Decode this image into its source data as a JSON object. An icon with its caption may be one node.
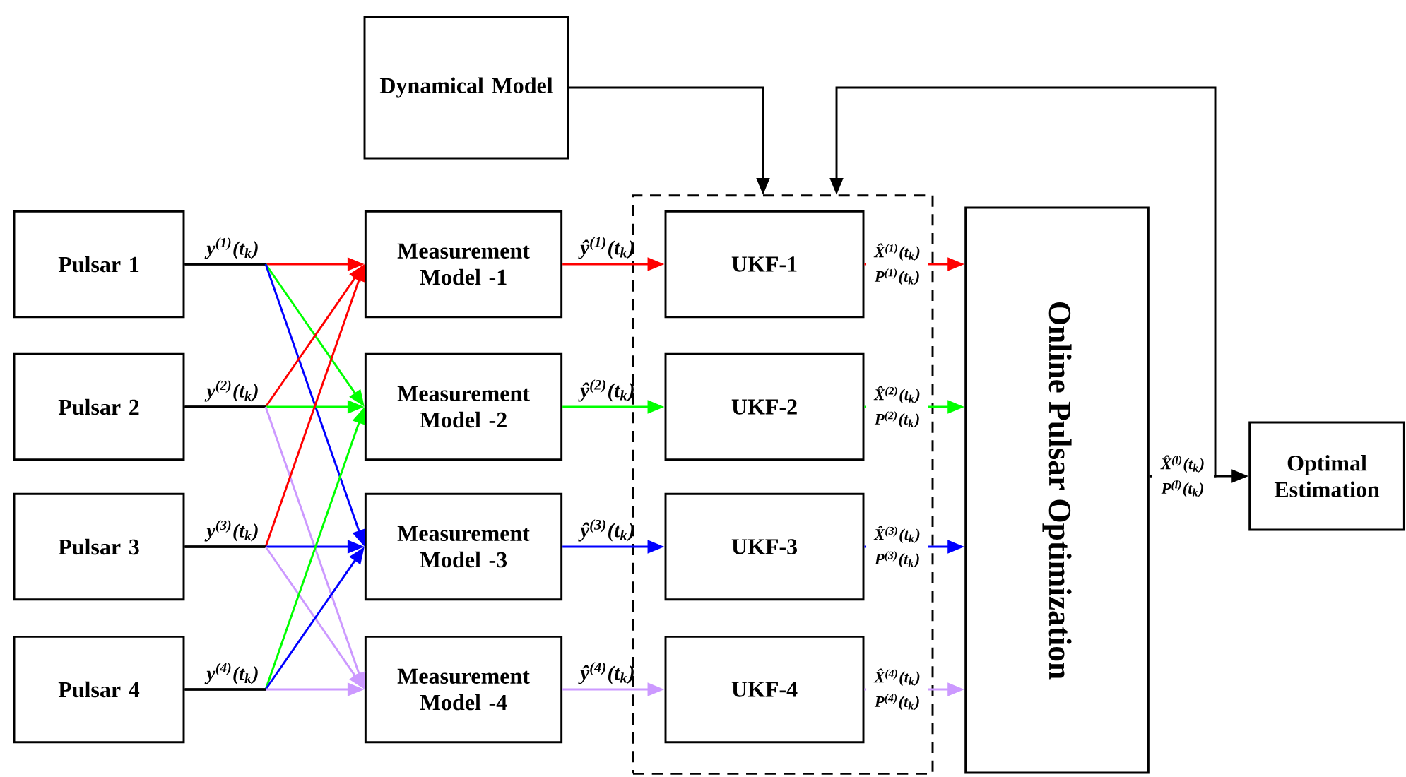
{
  "diagram": {
    "nodes": [
      {
        "text": [
          "Dynamical Model"
        ]
      },
      {
        "text": [
          "Pulsar 1"
        ]
      },
      {
        "text": [
          "Pulsar 2"
        ]
      },
      {
        "text": [
          "Pulsar 3"
        ]
      },
      {
        "text": [
          "Pulsar 4"
        ]
      },
      {
        "text": [
          "Measurement Model -1"
        ]
      },
      {
        "text": [
          "Measurement Model -2"
        ]
      },
      {
        "text": [
          "Measurement Model -3"
        ]
      },
      {
        "text": [
          "Measurement Model -4"
        ]
      },
      {
        "text": [],
        "shape": "box"
      },
      {
        "text": [
          "UKF-1"
        ],
        "in": 9
      },
      {
        "text": [
          "UKF-2"
        ],
        "in": 9
      },
      {
        "text": [
          "UKF-3"
        ],
        "in": 9
      },
      {
        "text": [
          "UKF-4"
        ],
        "in": 9
      },
      {
        "text": [
          "Online Pulsar Optimization"
        ]
      },
      {
        "text": [
          "Optimal Estimation"
        ]
      }
    ],
    "edges": [
      {
        "from": 0,
        "to": 9,
        "arrow": "to",
        "color": "#000000"
      },
      {
        "from": 14,
        "to": 9,
        "arrow": "to",
        "color": "#000000"
      },
      {
        "from": 1,
        "to": 5,
        "arrow": "to",
        "color": "#ff0000",
        "label": "y$^{(1)}$(t$_{k}$)"
      },
      {
        "from": 1,
        "to": 6,
        "arrow": "to",
        "color": "#00ff00"
      },
      {
        "from": 1,
        "to": 7,
        "arrow": "to",
        "color": "#0000ff"
      },
      {
        "from": 2,
        "to": 5,
        "arrow": "to",
        "color": "#ff0000",
        "label": "y$^{(2)}$(t$_{k}$)"
      },
      {
        "from": 2,
        "to": 6,
        "arrow": "to",
        "color": "#00ff00"
      },
      {
        "from": 2,
        "to": 8,
        "arrow": "to",
        "color": "#cc99ff"
      },
      {
        "from": 3,
        "to": 5,
        "arrow": "to",
        "color": "#ff0000",
        "label": "y$^{(3)}$(t$_{k}$)"
      },
      {
        "from": 3,
        "to": 7,
        "arrow": "to",
        "color": "#0000ff"
      },
      {
        "from": 3,
        "to": 8,
        "arrow": "to",
        "color": "#cc99ff"
      },
      {
        "from": 4,
        "to": 6,
        "arrow": "to",
        "color": "#00ff00",
        "label": "y$^{(4)}$(t$_{k}$)"
      },
      {
        "from": 4,
        "to": 7,
        "arrow": "to",
        "color": "#0000ff"
      },
      {
        "from": 4,
        "to": 8,
        "arrow": "to",
        "color": "#cc99ff"
      },
      {
        "from": 5,
        "to": 10,
        "arrow": "to",
        "color": "#ff0000",
        "label": "ŷ$^{(1)}$(t$_{k}$)"
      },
      {
        "from": 6,
        "to": 11,
        "arrow": "to",
        "color": "#00ff00",
        "label": "ŷ$^{(2)}$(t$_{k}$)"
      },
      {
        "from": 7,
        "to": 12,
        "arrow": "to",
        "color": "#0000ff",
        "label": "ŷ$^{(3)}$(t$_{k}$)"
      },
      {
        "from": 8,
        "to": 13,
        "arrow": "to",
        "color": "#cc99ff",
        "label": "ŷ$^{(4)}$(t$_{k}$)"
      },
      {
        "from": 10,
        "to": 14,
        "arrow": "to",
        "color": "#ff0000",
        "label": "X̂$^{(1)}$(t$_{k}$) P$^{(1)}$(t$_{k}$)"
      },
      {
        "from": 11,
        "to": 14,
        "arrow": "to",
        "color": "#00ff00",
        "label": "X̂$^{(2)}$(t$_{k}$) P$^{(2)}$(t$_{k}$)"
      },
      {
        "from": 12,
        "to": 14,
        "arrow": "to",
        "color": "#0000ff",
        "label": "X̂$^{(3)}$(t$_{k}$) P$^{(3)}$(t$_{k}$)"
      },
      {
        "from": 13,
        "to": 14,
        "arrow": "to",
        "color": "#cc99ff",
        "label": "X̂$^{(4)}$(t$_{k}$) P$^{(4)}$(t$_{k}$)"
      },
      {
        "from": 14,
        "to": 15,
        "arrow": "to",
        "color": "#000000",
        "label": "X̂$^{(l)}$(t$_{k}$) P$^{(l)}$(t$_{k}$)"
      }
    ]
  }
}
